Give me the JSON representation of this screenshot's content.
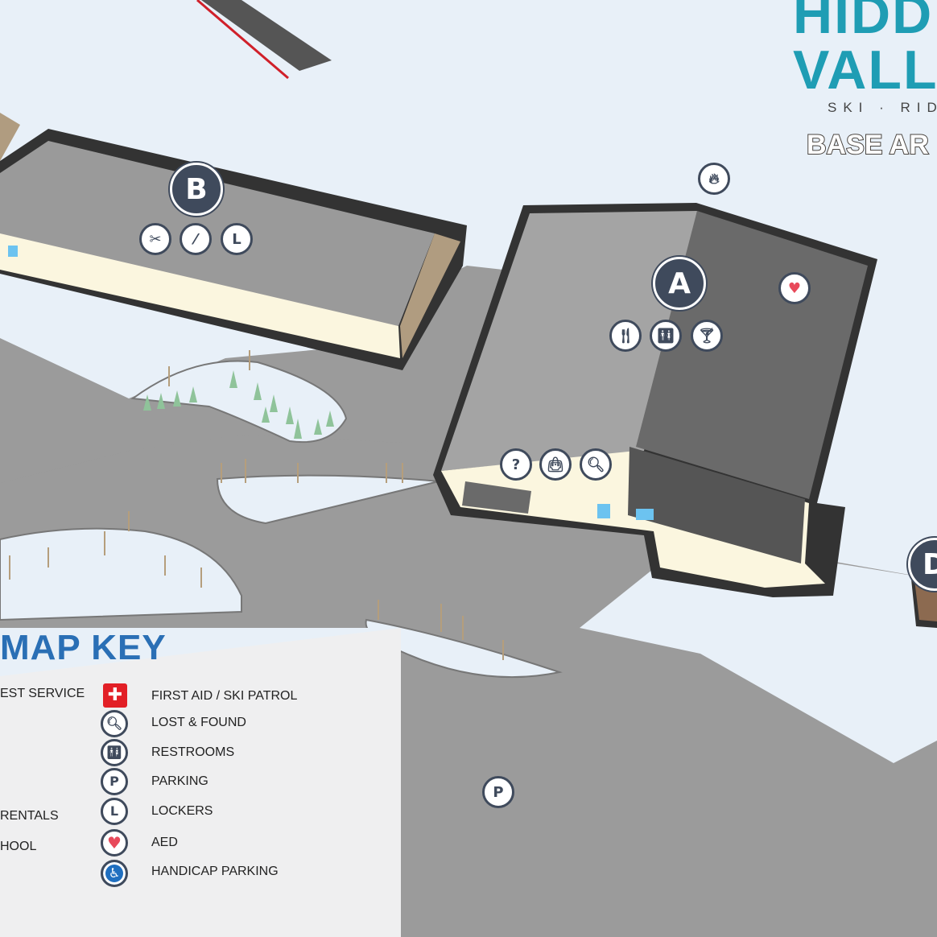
{
  "logo": {
    "line1": "HIDD",
    "line2": "VALL",
    "tagline": "SKI · RIDE",
    "area_title": "BASE AR"
  },
  "buildings": {
    "a": "A",
    "b": "B",
    "d": "D"
  },
  "markers": {
    "b_icons": [
      "ski-rentals-icon",
      "snowboard-icon",
      "lockers-icon"
    ],
    "b_lockers": "L",
    "a_icons": [
      "dining-icon",
      "restrooms-icon",
      "bar-icon"
    ],
    "a_lower_icons": [
      "guest-service-icon",
      "shop-icon",
      "lost-found-icon"
    ],
    "guest_service": "?",
    "parking": "P"
  },
  "map_key": {
    "title": "MAP KEY",
    "left_items": [
      "EST SERVICE",
      " RENTALS",
      "HOOL"
    ],
    "items": [
      {
        "icon": "first-aid-icon",
        "label": "FIRST AID / SKI PATROL"
      },
      {
        "icon": "lost-found-icon",
        "label": "LOST & FOUND"
      },
      {
        "icon": "restrooms-icon",
        "label": "RESTROOMS"
      },
      {
        "icon": "parking-icon",
        "label": "PARKING",
        "glyph": "P"
      },
      {
        "icon": "lockers-icon",
        "label": "LOCKERS",
        "glyph": "L"
      },
      {
        "icon": "aed-icon",
        "label": "AED"
      },
      {
        "icon": "handicap-parking-icon",
        "label": "HANDICAP PARKING"
      }
    ]
  },
  "colors": {
    "snow": "#e8f0f8",
    "road": "#9b9b9b",
    "marker": "#3f4a5c",
    "logo": "#1f9db4",
    "key_title": "#2a6fb5",
    "first_aid": "#e21f26",
    "aed": "#e8495a",
    "handicap": "#1f6fc0"
  }
}
